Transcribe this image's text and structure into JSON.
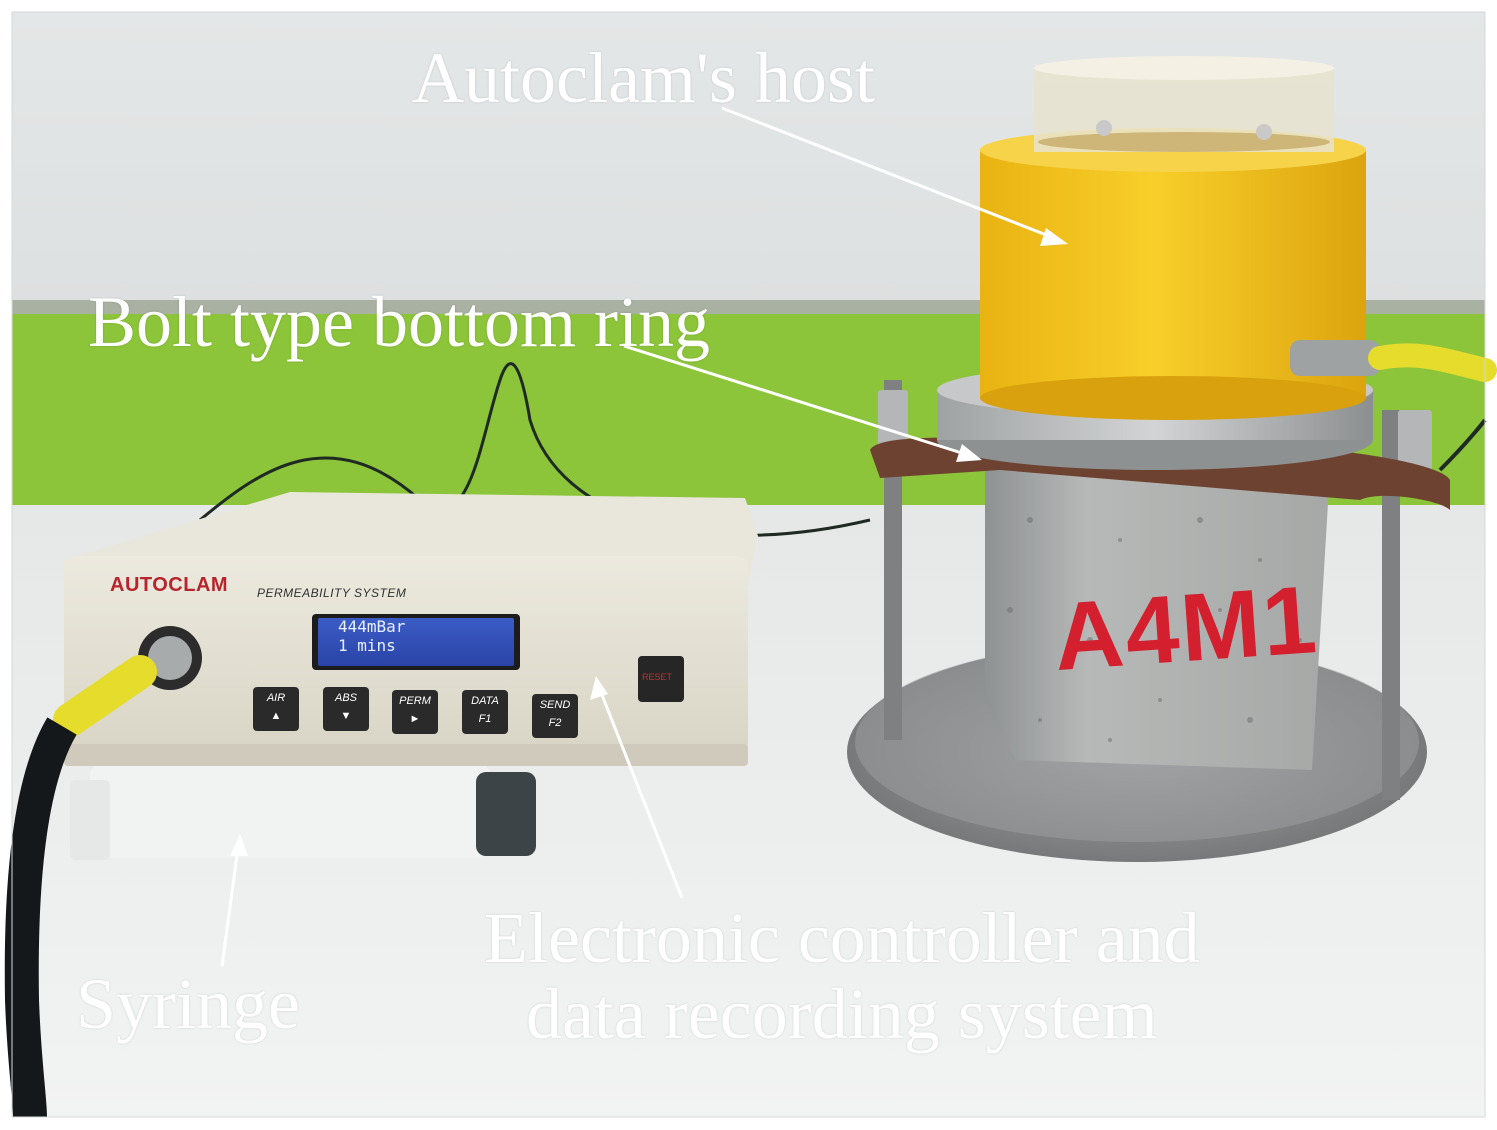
{
  "figure": {
    "labels": {
      "host": "Autoclam's host",
      "ring": "Bolt type bottom ring",
      "syringe": "Syringe",
      "controller_line1": "Electronic controller and",
      "controller_line2": "data recording system"
    },
    "device": {
      "brand": "AUTOCLAM",
      "subtitle": "PERMEABILITY SYSTEM",
      "display_line1": "444mBar",
      "display_line2": "1 mins",
      "reset": "RESET",
      "keys": [
        {
          "top": "AIR",
          "bottom": "▲"
        },
        {
          "top": "ABS",
          "bottom": "▼"
        },
        {
          "top": "PERM",
          "bottom": "►"
        },
        {
          "top": "DATA",
          "bottom": "F1"
        },
        {
          "top": "SEND",
          "bottom": "F2"
        }
      ]
    },
    "specimen_marking": "A4M1",
    "colors": {
      "wall_upper": "#e9ecec",
      "wall_green": "#8cc43a",
      "table": "#eceeee",
      "host_yellow": "#f3c21a",
      "controller_body": "#e6e2d4",
      "lcd_blue": "#2f4fb8",
      "label_text": "#ffffff"
    }
  }
}
